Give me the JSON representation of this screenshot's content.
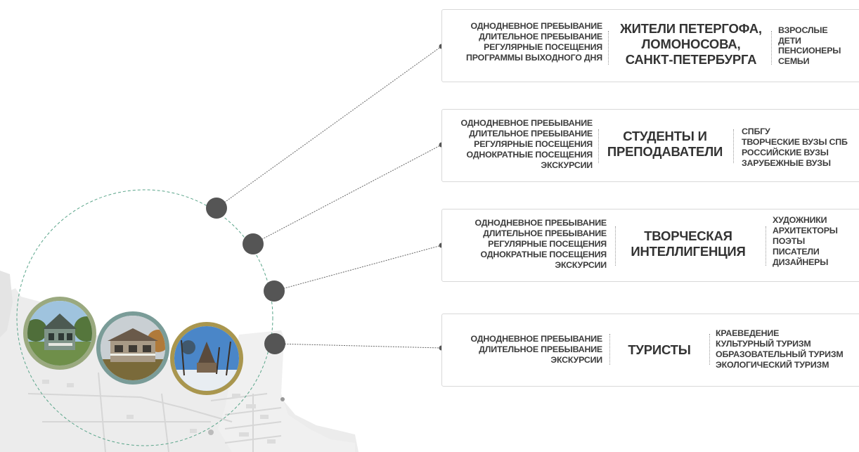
{
  "colors": {
    "connector_node": "#555555",
    "dashed_circle": "#5aa58a",
    "card_border": "#d9d9d9",
    "photo_frames": [
      "#9aa97f",
      "#7a9c98",
      "#a9964e"
    ]
  },
  "groups": [
    {
      "title_lines": [
        "ЖИТЕЛИ ПЕТЕРГОФА,",
        "ЛОМОНОСОВА,",
        "САНКТ-ПЕТЕРБУРГА"
      ],
      "visit_types": [
        "ОДНОДНЕВНОЕ ПРЕБЫВАНИЕ",
        "ДЛИТЕЛЬНОЕ ПРЕБЫВАНИЕ",
        "РЕГУЛЯРНЫЕ ПОСЕЩЕНИЯ",
        "ПРОГРАММЫ ВЫХОДНОГО ДНЯ"
      ],
      "audience": [
        "ВЗРОСЛЫЕ",
        "ДЕТИ",
        "ПЕНСИОНЕРЫ",
        "СЕМЬИ"
      ]
    },
    {
      "title_lines": [
        "СТУДЕНТЫ И",
        "ПРЕПОДАВАТЕЛИ"
      ],
      "visit_types": [
        "ОДНОДНЕВНОЕ ПРЕБЫВАНИЕ",
        "ДЛИТЕЛЬНОЕ ПРЕБЫВАНИЕ",
        "РЕГУЛЯРНЫЕ ПОСЕЩЕНИЯ",
        "ОДНОКРАТНЫЕ ПОСЕЩЕНИЯ",
        "ЭКСКУРСИИ"
      ],
      "audience": [
        "СПБГУ",
        "ТВОРЧЕСКИЕ ВУЗЫ СПБ",
        "РОССИЙСКИЕ ВУЗЫ",
        "ЗАРУБЕЖНЫЕ ВУЗЫ"
      ]
    },
    {
      "title_lines": [
        "ТВОРЧЕСКАЯ",
        "ИНТЕЛЛИГЕНЦИЯ"
      ],
      "visit_types": [
        "ОДНОДНЕВНОЕ ПРЕБЫВАНИЕ",
        "ДЛИТЕЛЬНОЕ ПРЕБЫВАНИЕ",
        "РЕГУЛЯРНЫЕ ПОСЕЩЕНИЯ",
        "ОДНОКРАТНЫЕ ПОСЕЩЕНИЯ",
        "ЭКСКУРСИИ"
      ],
      "audience": [
        "ХУДОЖНИКИ",
        "АРХИТЕКТОРЫ",
        "ПОЭТЫ",
        "ПИСАТЕЛИ",
        "ДИЗАЙНЕРЫ"
      ]
    },
    {
      "title_lines": [
        "ТУРИСТЫ"
      ],
      "visit_types": [
        "ОДНОДНЕВНОЕ ПРЕБЫВАНИЕ",
        "ДЛИТЕЛЬНОЕ ПРЕБЫВАНИЕ",
        "ЭКСКУРСИИ"
      ],
      "audience": [
        "КРАЕВЕДЕНИЕ",
        "КУЛЬТУРНЫЙ ТУРИЗМ",
        "ОБРАЗОВАТЕЛЬНЫЙ ТУРИЗМ",
        "ЭКОЛОГИЧЕСКИЙ ТУРИЗМ"
      ]
    }
  ],
  "photos": [
    {
      "icon": "house-photo-icon",
      "subject": "wooden villa"
    },
    {
      "icon": "house-photo-icon",
      "subject": "two-storey dacha"
    },
    {
      "icon": "winter-house-photo-icon",
      "subject": "house in winter"
    }
  ]
}
